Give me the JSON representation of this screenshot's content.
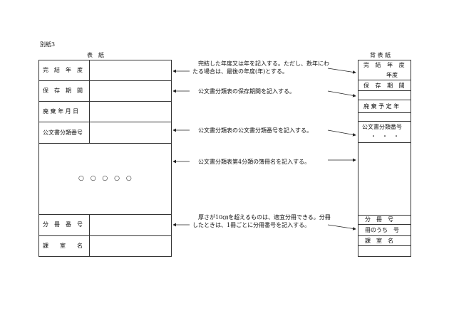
{
  "appendix_label": "別紙3",
  "front_cover": {
    "title": "表　紙",
    "rows": [
      {
        "label": "完　結　年　度"
      },
      {
        "label": "保　存　期　間"
      },
      {
        "label": "廃 棄 年 月 日"
      },
      {
        "label": "公文書分類番号"
      },
      {
        "label": "分　冊　番　号"
      },
      {
        "label": "課　　室　　名"
      }
    ],
    "volume_title": "○ ○ ○ ○ ○"
  },
  "spine": {
    "title": "背 表 紙",
    "rows": [
      {
        "label": "完 結 年 度"
      },
      {
        "label": "年度"
      },
      {
        "label": "保 存 期 間"
      },
      {
        "label": "廃 棄 予 定 年"
      },
      {
        "label": "公文書分類番号"
      },
      {
        "label": "・　・　・"
      },
      {
        "label": "分　冊　号"
      },
      {
        "label": "冊のうち　号"
      },
      {
        "label": "課　室　名"
      }
    ]
  },
  "notes": [
    {
      "line1": "完結した年度又は年を記入する。ただし、数年にわ",
      "line2": "たる場合は、最後の年度(年)とする。"
    },
    {
      "line1": "公文書分類表の保存期間を記入する。"
    },
    {
      "line1": "公文書分類表の公文書分類番号を記入する。"
    },
    {
      "line1": "公文書分類表第4分類の簿冊名を記入する。"
    },
    {
      "line1": "厚さが10㎝を超えるものは、適宜分冊できる。分冊",
      "line2": "したときは、1冊ごとに分冊番号を記入する。"
    }
  ]
}
